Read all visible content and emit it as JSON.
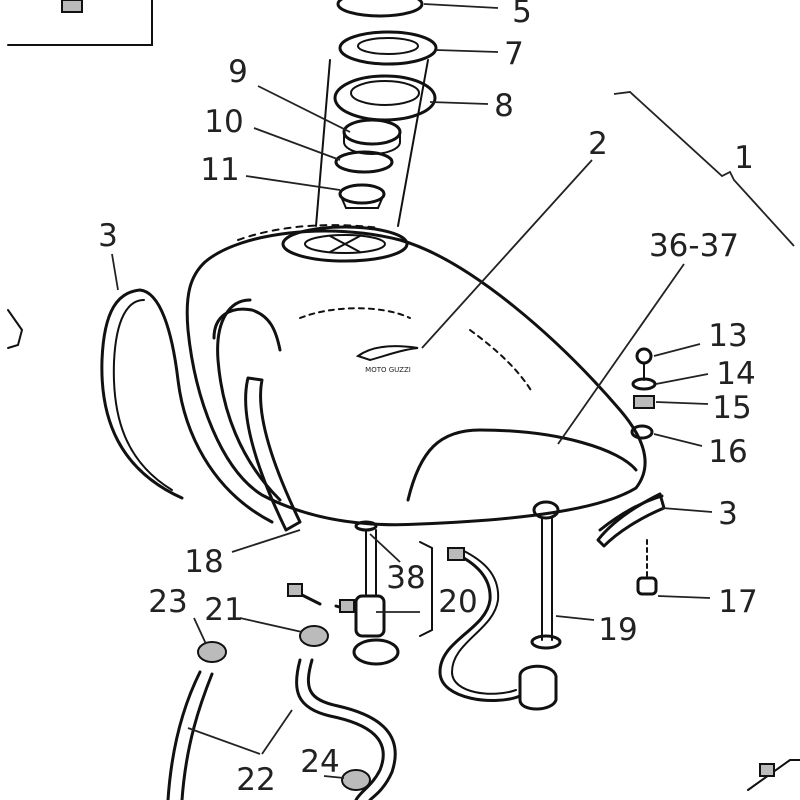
{
  "diagram": {
    "callouts": {
      "c5": "5",
      "c7": "7",
      "c8": "8",
      "c9": "9",
      "c10": "10",
      "c11": "11",
      "c2": "2",
      "c1": "1",
      "c3a": "3",
      "c3b": "3",
      "c3637": "36-37",
      "c13": "13",
      "c14": "14",
      "c15": "15",
      "c16": "16",
      "c17": "17",
      "c18": "18",
      "c38": "38",
      "c20": "20",
      "c23": "23",
      "c21": "21",
      "c19": "19",
      "c22": "22",
      "c24": "24"
    },
    "tank_logo": "MOTO GUZZI"
  }
}
